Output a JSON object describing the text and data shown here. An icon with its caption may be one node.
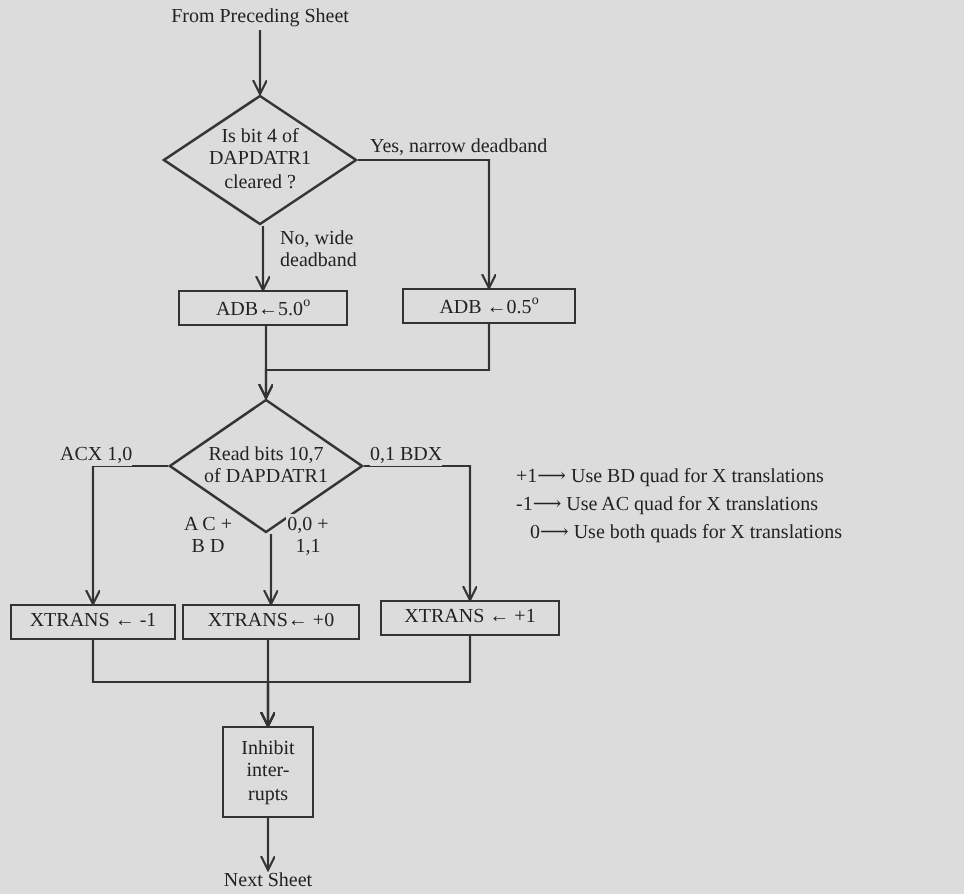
{
  "diagram": {
    "nodes": [
      {
        "text": [
          "From Preceding Sheet"
        ]
      },
      {
        "text": [
          "Is bit 4 of DAPDATR1 cleared ?"
        ]
      },
      {
        "text": [
          "ADB←5.0$^{o}$"
        ]
      },
      {
        "text": [
          "ADB ←0.5$^{o}$"
        ]
      },
      {
        "text": [
          "Read bits 10,7 of DAPDATR1"
        ]
      },
      {
        "text": [
          "XTRANS ← -1"
        ]
      },
      {
        "text": [
          "XTRANS← +0"
        ]
      },
      {
        "text": [
          "XTRANS ← +1"
        ]
      },
      {
        "text": [
          "Inhibit inter- rupts"
        ]
      },
      {
        "text": [
          "Next Sheet"
        ]
      }
    ],
    "edges": [
      {
        "from": 0,
        "to": 1,
        "arrow": "to"
      },
      {
        "from": 1,
        "to": 2,
        "arrow": "to",
        "label": "No, wide deadband"
      },
      {
        "from": 1,
        "to": 3,
        "arrow": "to",
        "label": "Yes, narrow deadband"
      },
      {
        "from": 2,
        "to": 4,
        "arrow": "to"
      },
      {
        "from": 3,
        "to": 4,
        "arrow": "to"
      },
      {
        "from": 4,
        "to": 5,
        "arrow": "to",
        "label": "ACX 1,0"
      },
      {
        "from": 4,
        "to": 6,
        "arrow": "to",
        "label": "0,0 + 1,1"
      },
      {
        "from": 4,
        "to": 7,
        "arrow": "to",
        "label": "0,1 BDX"
      },
      {
        "from": 5,
        "to": 8,
        "arrow": "to"
      },
      {
        "from": 6,
        "to": 8,
        "arrow": "to"
      },
      {
        "from": 7,
        "to": 8,
        "arrow": "to"
      },
      {
        "from": 8,
        "to": 9,
        "arrow": "to"
      }
    ],
    "labels": [
      "A C + B D",
      "+1⟶ Use BD quad for X translations",
      "-1⟶ Use AC quad for X translations",
      "0⟶ Use both quads for X translations"
    ]
  }
}
